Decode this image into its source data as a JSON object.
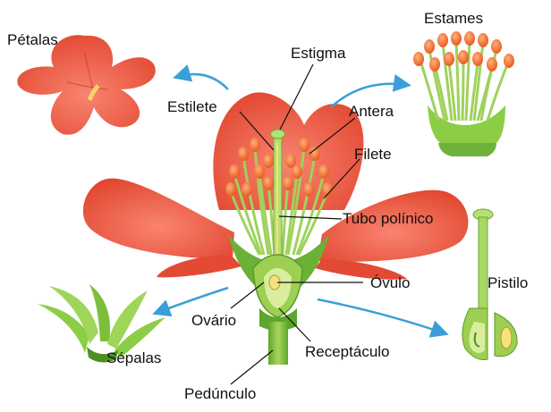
{
  "labels": {
    "petalas": "Pétalas",
    "estigma": "Estigma",
    "estames": "Estames",
    "estilete": "Estilete",
    "antera": "Antera",
    "filete": "Filete",
    "tubo_polinico": "Tubo polínico",
    "ovulo": "Óvulo",
    "pistilo": "Pistilo",
    "ovario": "Ovário",
    "sepalas": "Sépalas",
    "receptaculo": "Receptáculo",
    "pedunculo": "Pedúnculo"
  },
  "colors": {
    "petal": "#ef5a45",
    "petal_dark": "#d9432f",
    "green": "#7cbf3a",
    "green_light": "#c4e07a",
    "green_dark": "#4d8f22",
    "anther": "#f26a1e",
    "arrow": "#3a9fd8"
  }
}
